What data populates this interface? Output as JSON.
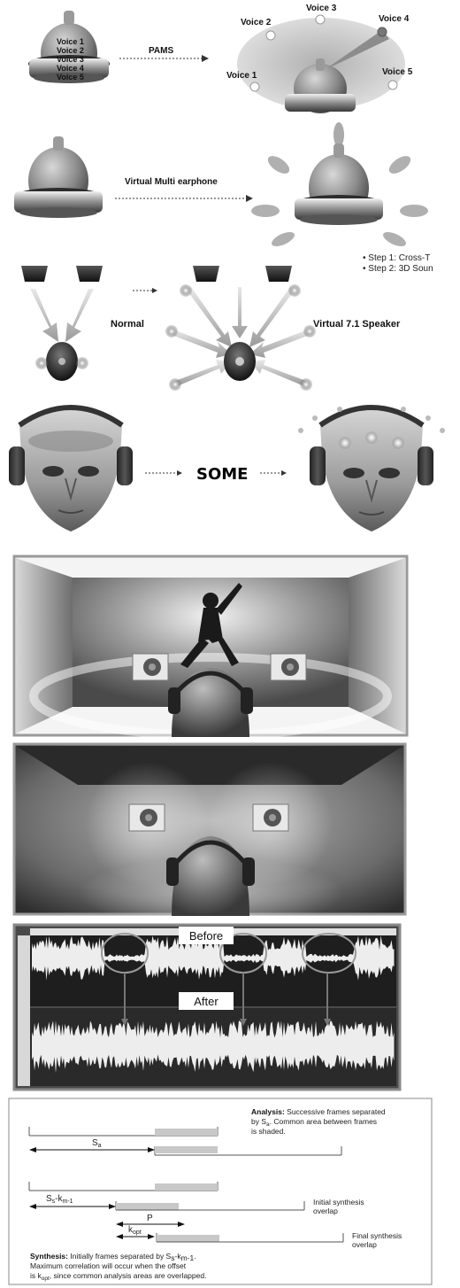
{
  "pams": {
    "stack_labels": [
      "Voice 1",
      "Voice 2",
      "Voice 3",
      "Voice 4",
      "Voice 5"
    ],
    "arrow_label": "PAMS",
    "voices": {
      "v1": "Voice 1",
      "v2": "Voice 2",
      "v3": "Voice 3",
      "v4": "Voice 4",
      "v5": "Voice 5"
    }
  },
  "vme": {
    "arrow_label": "Virtual Multi earphone"
  },
  "speaker": {
    "step1": "• Step 1: Cross-T",
    "step2": "• Step 2: 3D Soun",
    "normal_label": "Normal",
    "virtual_label": "Virtual 7.1 Speaker"
  },
  "some": {
    "label": "SOME"
  },
  "waveform": {
    "before_label": "Before",
    "after_label": "After"
  },
  "synthesis": {
    "analysis_bold": "Analysis:",
    "analysis_line1": " Successive frames separated",
    "analysis_line2a": "by S",
    "analysis_line2sub": "a",
    "analysis_line2b": ". Common area between frames",
    "analysis_line3": "is shaded.",
    "sa_main": "S",
    "sa_sub": "a",
    "sskm_main1": "S",
    "sskm_sub1": "s",
    "sskm_dash": "-k",
    "sskm_sub2": "m-1",
    "p_label": "P",
    "kopt_main": "k",
    "kopt_sub": "opt",
    "initial_line1": "Initial synthesis",
    "initial_line2": "overlap",
    "final_line1": "Final synthesis",
    "final_line2": "overlap",
    "synth_bold": "Synthesis:",
    "synth_line1a": " Initially frames separated by S",
    "synth_line1sub1": "s",
    "synth_line1b": "-k",
    "synth_line1sub2": "m-1",
    "synth_line1c": ".",
    "synth_line2": "Maximum correlation will occur when the offset",
    "synth_line3a": "is k",
    "synth_line3sub": "opt",
    "synth_line3b": ", since common analysis areas are overlapped."
  }
}
